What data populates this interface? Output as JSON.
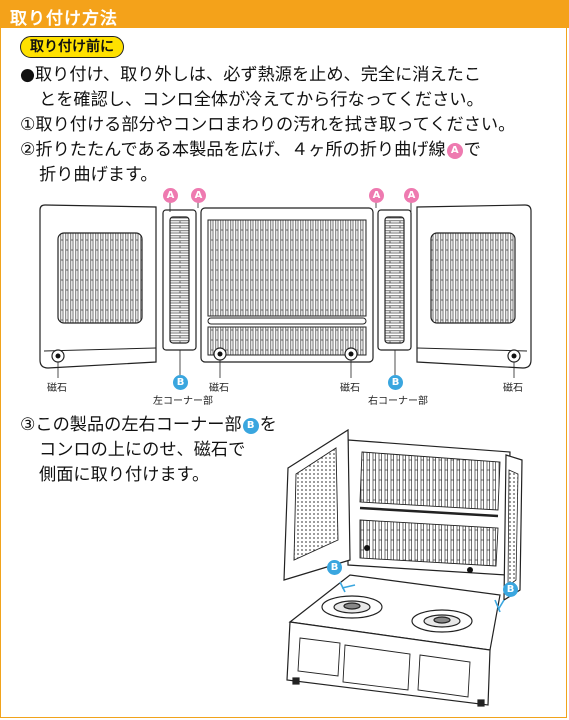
{
  "header": {
    "title": "取り付け方法"
  },
  "badge": {
    "label": "取り付け前に"
  },
  "instructions": {
    "bullet_1_line_1": "●取り付け、取り外しは、必ず熱源を止め、完全に消えたこ",
    "bullet_1_line_2": "とを確認し、コンロ全体が冷えてから行なってください。",
    "step_1": "①取り付ける部分やコンロまわりの汚れを拭き取ってください。",
    "step_2_line_1_a": "②折りたたんである本製品を広げ、４ヶ所の折り曲げ線",
    "step_2_line_1_b": "で",
    "step_2_line_2": "折り曲げます。",
    "step_3_line_1_a": "③この製品の左右コーナー部",
    "step_3_line_1_b": "を",
    "step_3_line_2": "コンロの上にのせ、磁石で",
    "step_3_line_3": "側面に取り付けます。"
  },
  "markers": {
    "a": "A",
    "b": "B"
  },
  "diagram_labels": {
    "magnet": "磁石",
    "left_corner": "左コーナー部",
    "right_corner": "右コーナー部"
  },
  "colors": {
    "header_bg": "#f4a21a",
    "badge_bg": "#ffe100",
    "marker_a": "#ee7ab0",
    "marker_b": "#3aa6df"
  }
}
